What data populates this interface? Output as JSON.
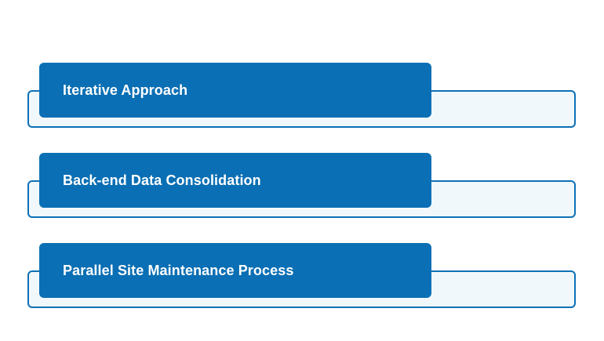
{
  "items": [
    {
      "label": "Iterative Approach"
    },
    {
      "label": "Back-end Data Consolidation"
    },
    {
      "label": "Parallel Site Maintenance Process"
    }
  ],
  "colors": {
    "card_fill": "#0a6fb4",
    "outline": "#0d70b6",
    "back_fill": "#f1f8fb",
    "label_text": "#ffffff"
  }
}
